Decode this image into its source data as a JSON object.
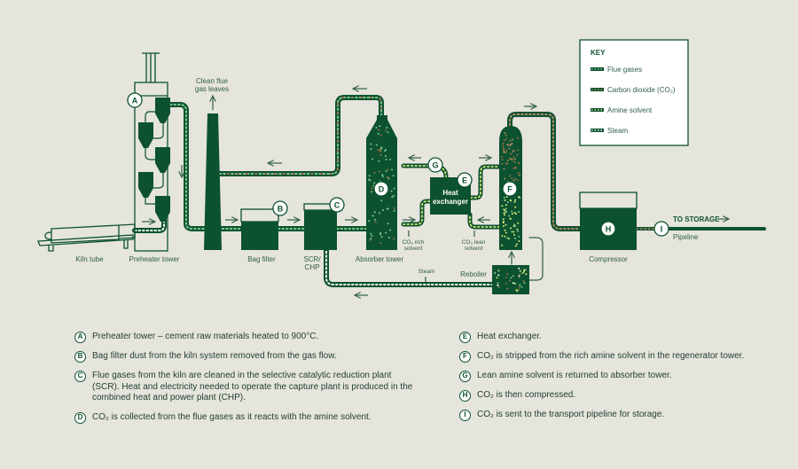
{
  "colors": {
    "background": "#e5e4dd",
    "dark_green": "#0d5230",
    "flue_gas_dot": "#7fc88f",
    "co2_dot": "#9a6f4a",
    "amine_dot": "#d7e87a",
    "steam_dot": "#ffffff",
    "text": "#2f5f45"
  },
  "key": {
    "title": "KEY",
    "items": [
      {
        "label": "Flue gases",
        "type": "flue_gas"
      },
      {
        "label": "Carbon dioxide (CO₂)",
        "type": "co2"
      },
      {
        "label": "Amine solvent",
        "type": "amine"
      },
      {
        "label": "Steam",
        "type": "steam"
      }
    ]
  },
  "diagram": {
    "labels": {
      "kiln_tube": "Kiln tube",
      "preheater_tower": "Preheater tower",
      "clean_flue_1": "Clean flue",
      "clean_flue_2": "gas leaves",
      "bag_filter": "Bag filter",
      "scr_1": "SCR/",
      "scr_2": "CHP",
      "absorber_tower": "Absorber tower",
      "co2_rich_1": "CO₂ rich",
      "co2_rich_2": "solvent",
      "co2_lean_1": "CO₂ lean",
      "co2_lean_2": "solvent",
      "heat_exchanger_1": "Heat",
      "heat_exchanger_2": "exchanger",
      "steam": "Steam",
      "reboiler": "Reboiler",
      "compressor": "Compressor",
      "to_storage": "TO STORAGE",
      "pipeline": "Pipeline"
    },
    "badges": {
      "A": "A",
      "B": "B",
      "C": "C",
      "D": "D",
      "E": "E",
      "F": "F",
      "G": "G",
      "H": "H",
      "I": "I"
    }
  },
  "legend_left": [
    {
      "badge": "A",
      "text": "Preheater tower – cement raw materials heated to 900°C."
    },
    {
      "badge": "B",
      "text": "Bag filter dust from the kiln system removed from the gas flow."
    },
    {
      "badge": "C",
      "text": "Flue gases from the kiln are cleaned in the selective catalytic reduction plant (SCR). Heat and electricity needed to operate the capture plant is produced in the combined heat and power plant (CHP)."
    },
    {
      "badge": "D",
      "text": "CO₂ is collected from the flue gases as it reacts with the amine solvent."
    }
  ],
  "legend_right": [
    {
      "badge": "E",
      "text": "Heat exchanger."
    },
    {
      "badge": "F",
      "text": "CO₂ is stripped from the rich amine solvent in the regenerator tower."
    },
    {
      "badge": "G",
      "text": "Lean amine solvent is returned to absorber tower."
    },
    {
      "badge": "H",
      "text": "CO₂ is then compressed."
    },
    {
      "badge": "I",
      "text": "CO₂ is sent to the transport pipeline for storage."
    }
  ]
}
